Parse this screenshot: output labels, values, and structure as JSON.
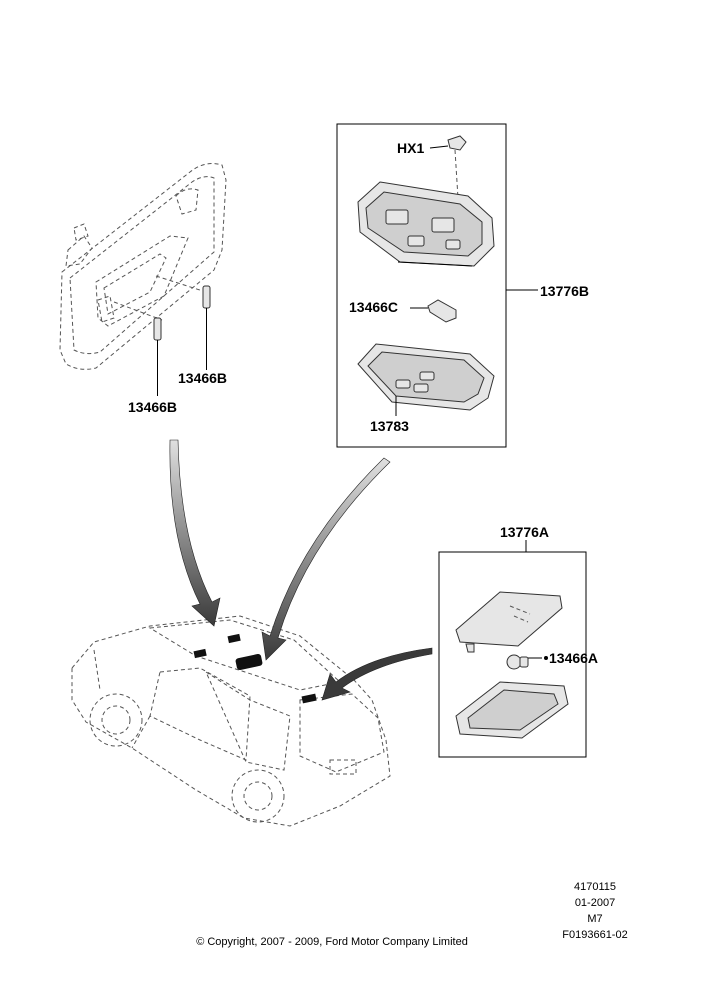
{
  "callouts": {
    "hx1": "HX1",
    "c13466c": "13466C",
    "c13776b": "13776B",
    "c13783": "13783",
    "c13466b_upper": "13466B",
    "c13466b_lower": "13466B",
    "c13776a": "13776A",
    "c13466a": "13466A"
  },
  "footer": {
    "code1": "4170115",
    "date": "01-2007",
    "model": "M7",
    "figure": "F0193661-02",
    "copyright": "© Copyright, 2007 - 2009, Ford Motor Company Limited"
  },
  "colors": {
    "line": "#000000",
    "dashed": "#555555",
    "part_fill": "#e6e6e6",
    "arrow_fill": "#3a3a3a"
  }
}
